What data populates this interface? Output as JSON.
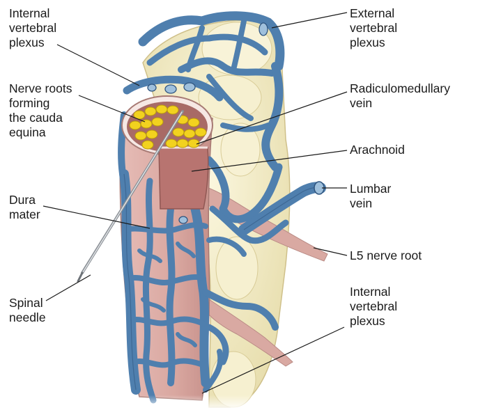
{
  "labels": {
    "internal_plexus_top": [
      "Internal",
      "vertebral",
      "plexus"
    ],
    "external_plexus": [
      "External",
      "vertebral",
      "plexus"
    ],
    "nerve_roots": [
      "Nerve roots",
      "forming",
      "the cauda",
      "equina"
    ],
    "radiculomedullary": [
      "Radiculomedullary",
      "vein"
    ],
    "arachnoid": [
      "Arachnoid"
    ],
    "lumbar_vein": [
      "Lumbar",
      "vein"
    ],
    "dura_mater": [
      "Dura",
      "mater"
    ],
    "l5_nerve_root": [
      "L5 nerve root"
    ],
    "spinal_needle": [
      "Spinal",
      "needle"
    ],
    "internal_plexus_bottom": [
      "Internal",
      "vertebral",
      "plexus"
    ]
  },
  "colors": {
    "vein_blue": "#4f7fae",
    "vein_dark": "#2f5580",
    "bone": "#f3edc8",
    "bone_shade": "#e3d9a4",
    "dura": "#d8a9a3",
    "arachnoid": "#b87470",
    "nerve_root": "#d9a9a2",
    "cauda": "#f2d21f",
    "leader_line": "#1a1a1a"
  }
}
